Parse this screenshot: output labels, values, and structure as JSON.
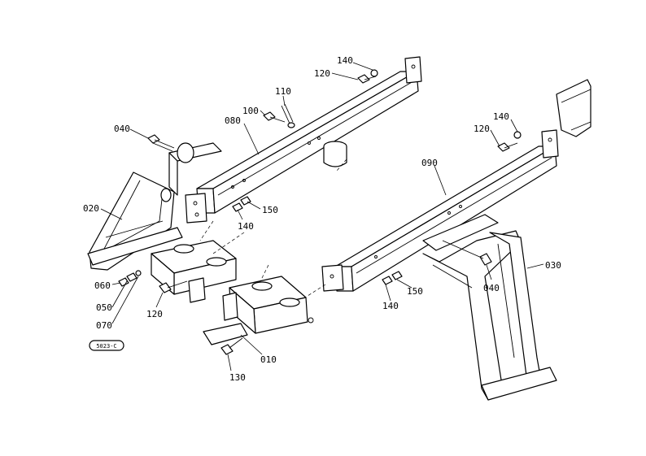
{
  "diagram": {
    "labels": {
      "p010": "010",
      "p020": "020",
      "p030": "030",
      "p040a": "040",
      "p040b": "040",
      "p050": "050",
      "p060": "060",
      "p070": "070",
      "p080": "080",
      "p090": "090",
      "p100": "100",
      "p110": "110",
      "p120a": "120",
      "p120b": "120",
      "p120c": "120",
      "p130": "130",
      "p140a": "140",
      "p140b": "140",
      "p140c": "140",
      "p140d": "140",
      "p150a": "150",
      "p150b": "150"
    },
    "stamp": "5023-C"
  }
}
